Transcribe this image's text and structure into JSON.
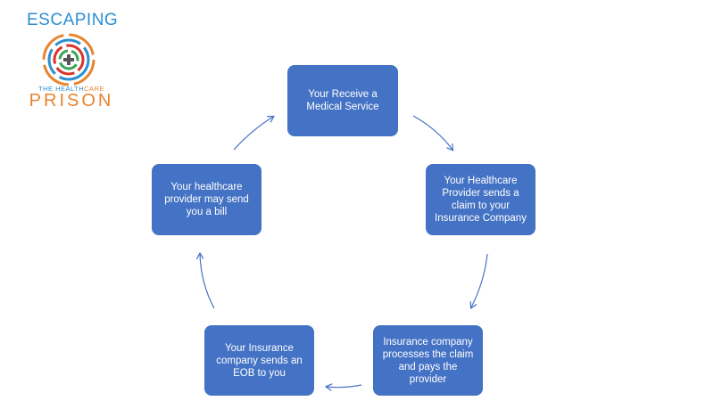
{
  "logo": {
    "top": "ESCAPING",
    "sub_part1": "THE HEALTH",
    "sub_part2": "CARE",
    "bottom": "PRISON"
  },
  "steps": [
    {
      "label": "Your Receive a\nMedical Service"
    },
    {
      "label": "Your Healthcare\nProvider sends a\nclaim to your\nInsurance Company"
    },
    {
      "label": "Insurance company\nprocesses the claim\nand pays the\nprovider"
    },
    {
      "label": "Your Insurance\ncompany sends an\nEOB to you"
    },
    {
      "label": "Your healthcare\nprovider may send\nyou a bill"
    }
  ],
  "colors": {
    "box_fill": "#4472c4",
    "arrow": "#4472c4",
    "logo_blue": "#2b8fd1",
    "logo_orange": "#e8842d"
  }
}
